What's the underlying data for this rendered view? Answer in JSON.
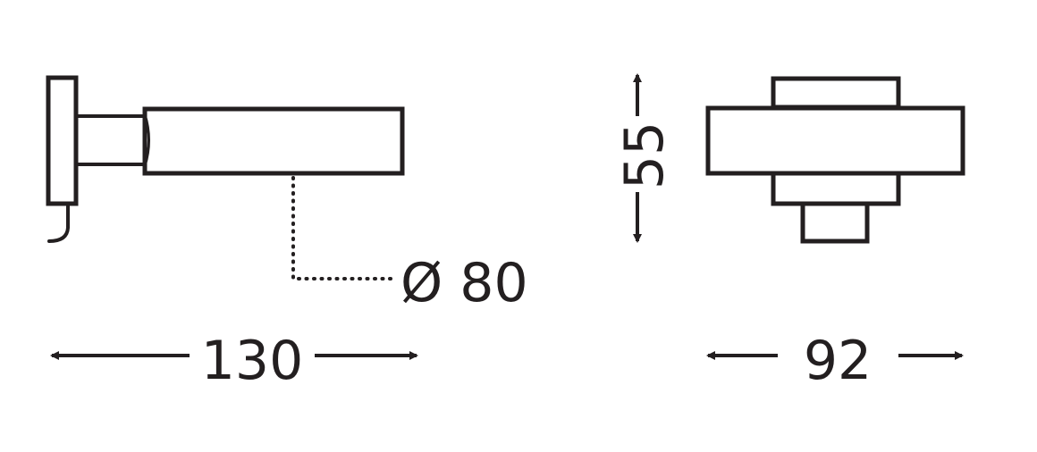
{
  "side_view": {
    "diameter_label": "Ø 80",
    "length_label": "130"
  },
  "front_view": {
    "height_label": "55",
    "width_label": "92"
  },
  "colors": {
    "stroke": "#231f20",
    "background": "#ffffff"
  }
}
